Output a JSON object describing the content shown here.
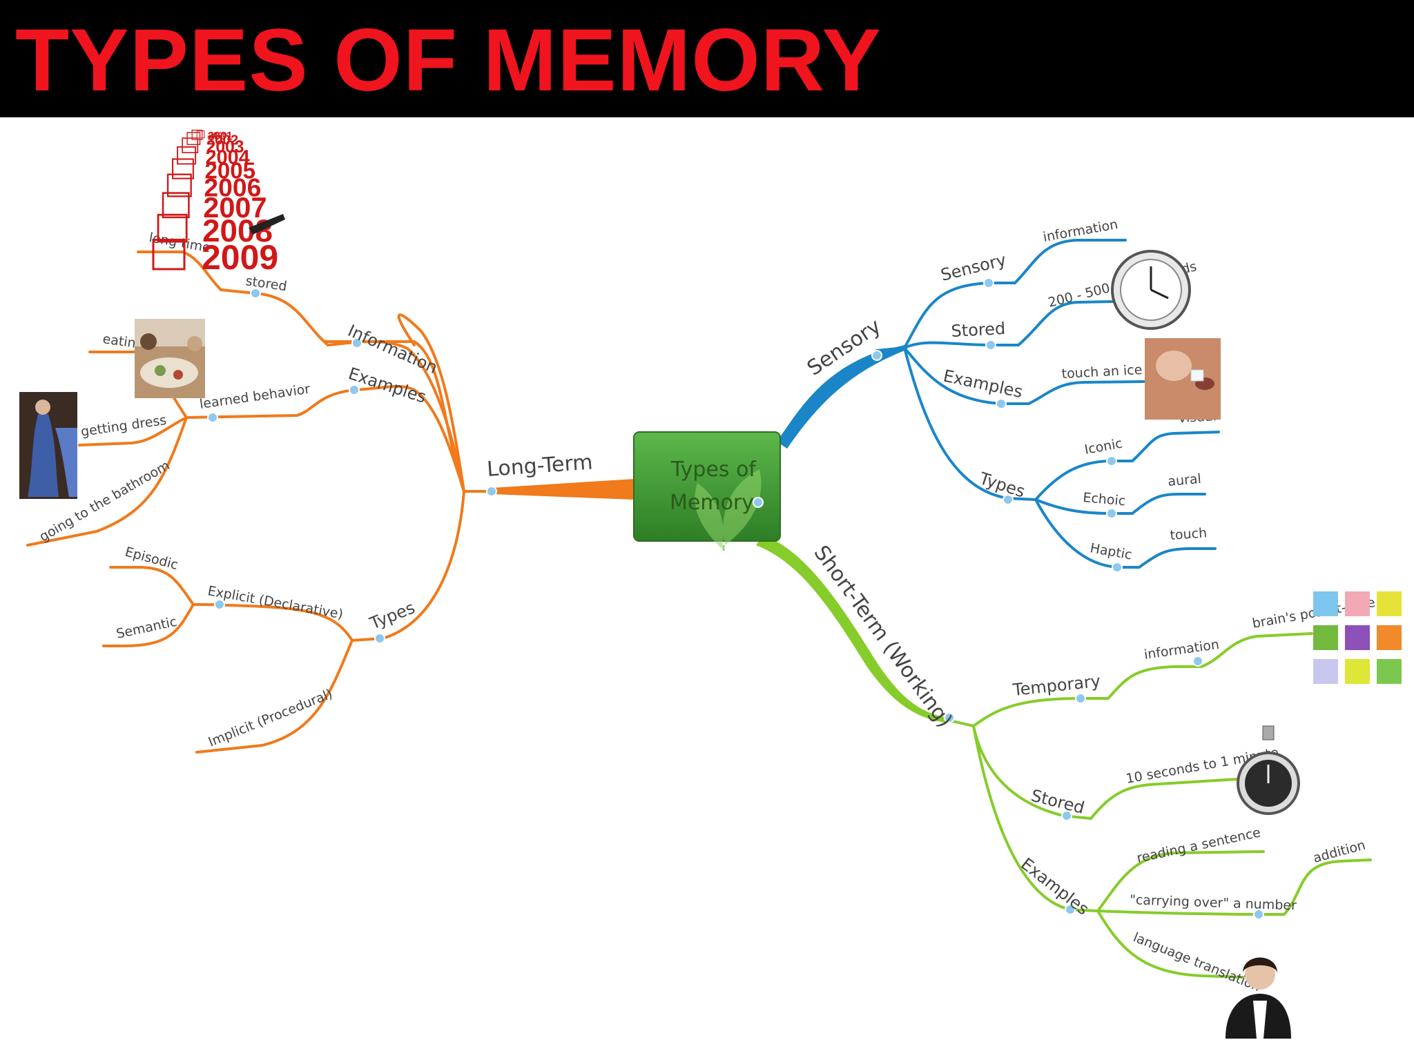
{
  "header": {
    "title": "TYPES OF MEMORY"
  },
  "central_node": {
    "line1": "Types of",
    "line2": "Memory"
  },
  "colors": {
    "header_bg": "#000000",
    "title": "#f0141e",
    "long_term": "#f07a1c",
    "sensory": "#1a86c8",
    "short_term": "#86cc2a",
    "central_node": "#3f9a32"
  },
  "long_term": {
    "label": "Long-Term",
    "information": {
      "label": "Information",
      "stored": "stored",
      "detail": "long time"
    },
    "examples": {
      "label": "Examples",
      "learned": "learned behavior",
      "items": [
        "eating",
        "getting dress",
        "going to the bathroom"
      ]
    },
    "types": {
      "label": "Types",
      "explicit": "Explicit (Declarative)",
      "explicit_items": [
        "Episodic",
        "Semantic"
      ],
      "implicit": "Implicit (Procedural)"
    },
    "calendar_years": [
      "2000",
      "2001",
      "2002",
      "2003",
      "2004",
      "2005",
      "2006",
      "2007",
      "2008",
      "2009"
    ]
  },
  "sensory": {
    "label": "Sensory",
    "sensory_sub": {
      "label": "Sensory",
      "detail": "information"
    },
    "stored": {
      "label": "Stored",
      "detail": "200 - 500 milli seconds"
    },
    "examples": {
      "label": "Examples",
      "detail": "touch an ice cube"
    },
    "types": {
      "label": "Types",
      "items": [
        {
          "name": "Iconic",
          "detail": "visual"
        },
        {
          "name": "Echoic",
          "detail": "aural"
        },
        {
          "name": "Haptic",
          "detail": "touch"
        }
      ]
    }
  },
  "short_term": {
    "label": "Short-Term (Working)",
    "temporary": {
      "label": "Temporary",
      "detail": "information",
      "sub": "brain's post-it-note"
    },
    "stored": {
      "label": "Stored",
      "detail": "10 seconds to 1 minute"
    },
    "examples": {
      "label": "Examples",
      "items": [
        "reading a sentence",
        "\"carrying over\" a number",
        "language translation"
      ],
      "sub": "addition"
    }
  }
}
